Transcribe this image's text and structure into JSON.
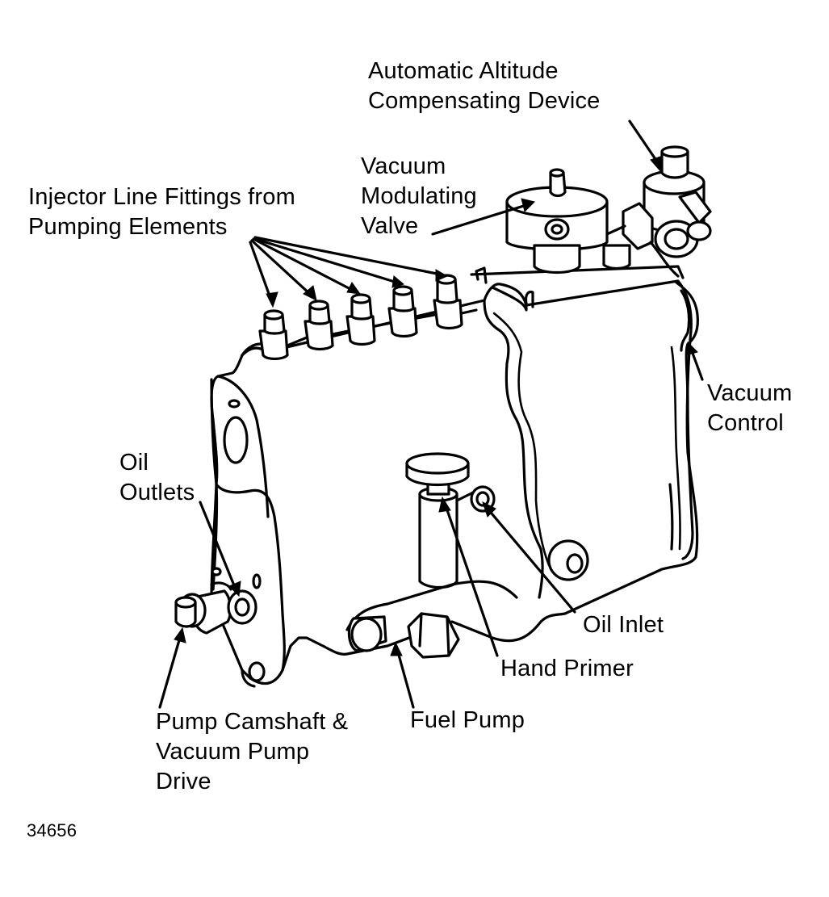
{
  "figure": {
    "id_number": "34656",
    "labels": {
      "altitude_device": [
        "Automatic Altitude",
        "Compensating Device"
      ],
      "vacuum_modulating_valve": [
        "Vacuum",
        "Modulating",
        "Valve"
      ],
      "injector_line_fittings": [
        "Injector Line Fittings from",
        "Pumping Elements"
      ],
      "vacuum_control": [
        "Vacuum",
        "Control"
      ],
      "oil_outlets": [
        "Oil",
        "Outlets"
      ],
      "oil_inlet": [
        "Oil Inlet"
      ],
      "hand_primer": [
        "Hand Primer"
      ],
      "fuel_pump": [
        "Fuel Pump"
      ],
      "camshaft_drive": [
        "Pump Camshaft &",
        "Vacuum Pump",
        "Drive"
      ]
    }
  }
}
